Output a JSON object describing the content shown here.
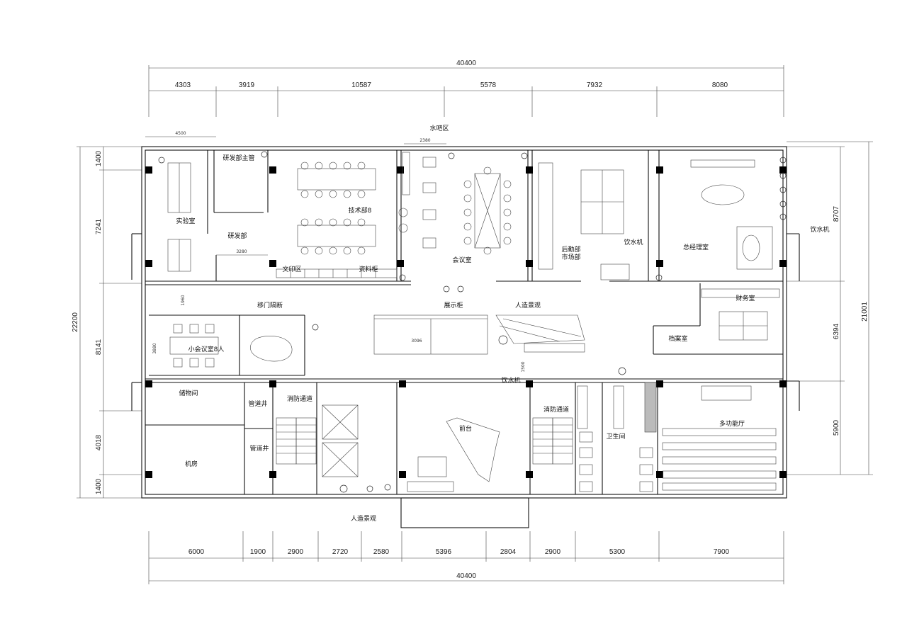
{
  "title": "",
  "dimensions": {
    "top_total": "40400",
    "top_segments": [
      "4303",
      "3919",
      "10587",
      "5578",
      "7932",
      "8080"
    ],
    "bottom_segments": [
      "6000",
      "1900",
      "2900",
      "2720",
      "2580",
      "5396",
      "2804",
      "2900",
      "5300",
      "7900"
    ],
    "bottom_total": "40400",
    "left_total": "22200",
    "left_segments": [
      "1400",
      "7241",
      "8141",
      "4018",
      "1400"
    ],
    "right_total": "21001",
    "right_segments": [
      "8707",
      "6394",
      "5900"
    ],
    "inner": {
      "d4500": "4500",
      "d2380": "2380",
      "d3280": "3280",
      "d1960": "1960",
      "d3880": "3880",
      "d3096": "3096",
      "d1500": "1500"
    }
  },
  "rooms": {
    "lab": "实验室",
    "rd_manager": "研发部主管",
    "rd_dept": "研发部",
    "tech_dept": "技术部8",
    "print_area": "文印区",
    "file_cabinet": "资料柜",
    "water_bar": "水吧区",
    "meeting_room": "会议室",
    "logistics": "后勤部",
    "marketing": "市场部",
    "water_dispenser_1": "饮水机",
    "gm_office": "总经理室",
    "water_dispenser_2": "饮水机",
    "sliding_door": "移门隔断",
    "display_cabinet": "展示柜",
    "landscape_1": "人造景观",
    "small_meeting": "小会议室8人",
    "finance": "财务室",
    "archive": "档案室",
    "storage": "储物间",
    "shaft_1": "管道井",
    "fire_exit_1": "消防通道",
    "water_dispenser_3": "饮水机",
    "fire_exit_2": "消防通道",
    "shaft_2": "管道井",
    "reception": "前台",
    "restroom": "卫生间",
    "multi_hall": "多功能厅",
    "machine_room": "机房",
    "landscape_2": "人造景观"
  }
}
